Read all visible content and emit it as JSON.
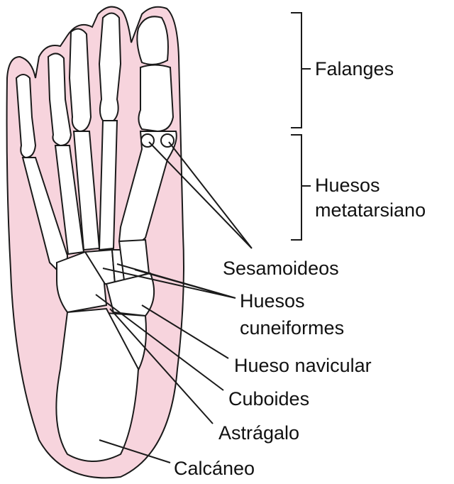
{
  "colors": {
    "skin": "#f7d4dd",
    "bone": "#ffffff",
    "outline": "#1a1a1a"
  },
  "labels": {
    "falanges": "Falanges",
    "metatarsianos_1": "Huesos",
    "metatarsianos_2": "metatarsiano",
    "sesamoideos": "Sesamoideos",
    "cuneiformes_1": "Huesos",
    "cuneiformes_2": "cuneiformes",
    "navicular": "Hueso navicular",
    "cuboides": "Cuboides",
    "astragalo": "Astrágalo",
    "calcaneo": "Calcáneo"
  }
}
